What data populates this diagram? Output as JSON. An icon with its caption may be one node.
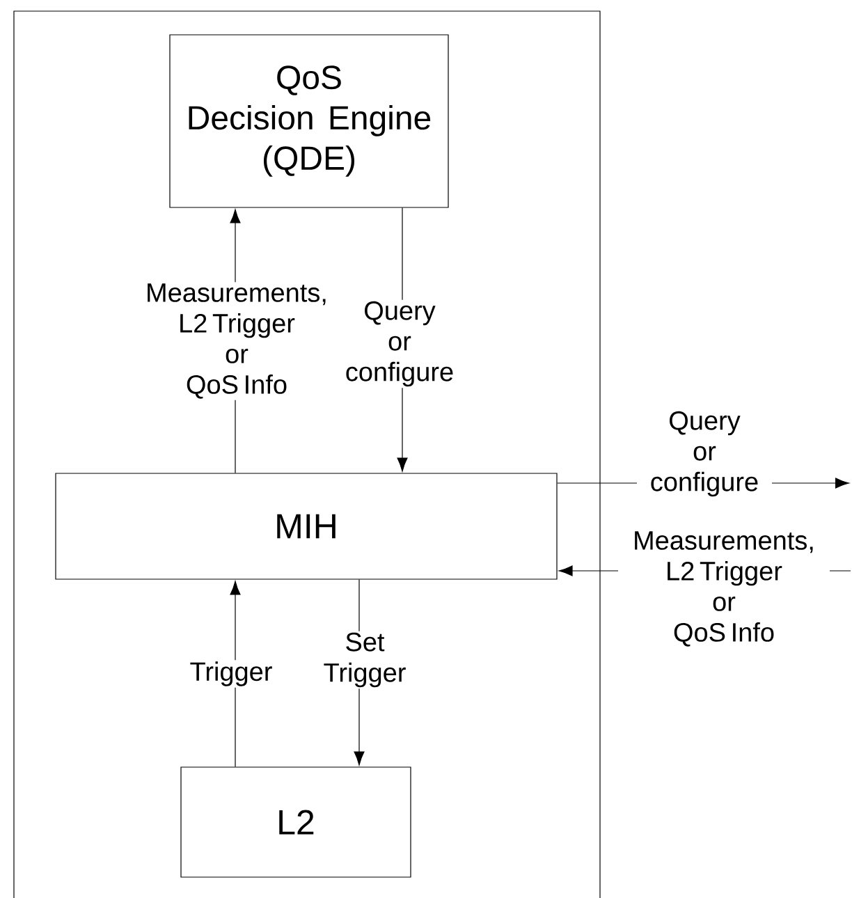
{
  "diagram": {
    "nodes": [
      {
        "text": [],
        "shape": "box"
      },
      {
        "text": [
          "QoS Decision Engine (QDE)"
        ],
        "in": 0
      },
      {
        "text": [
          "MIH"
        ],
        "in": 0
      },
      {
        "text": [
          "L2"
        ],
        "in": 0
      }
    ],
    "edges": [
      {
        "from": 2,
        "to": 1,
        "arrow": "to",
        "label": "Measurements, L2 Trigger or QoS Info"
      },
      {
        "from": 1,
        "to": 2,
        "arrow": "to",
        "label": "Query or configure"
      },
      {
        "from": 3,
        "to": 2,
        "arrow": "to",
        "label": "Trigger"
      },
      {
        "from": 2,
        "to": 3,
        "arrow": "to",
        "label": "Set Trigger"
      },
      {
        "from": 2,
        "to": null,
        "arrow": "to",
        "label": "Query or configure"
      },
      {
        "from": null,
        "to": 2,
        "arrow": "to",
        "label": "Measurements, L2 Trigger or QoS Info"
      }
    ]
  }
}
